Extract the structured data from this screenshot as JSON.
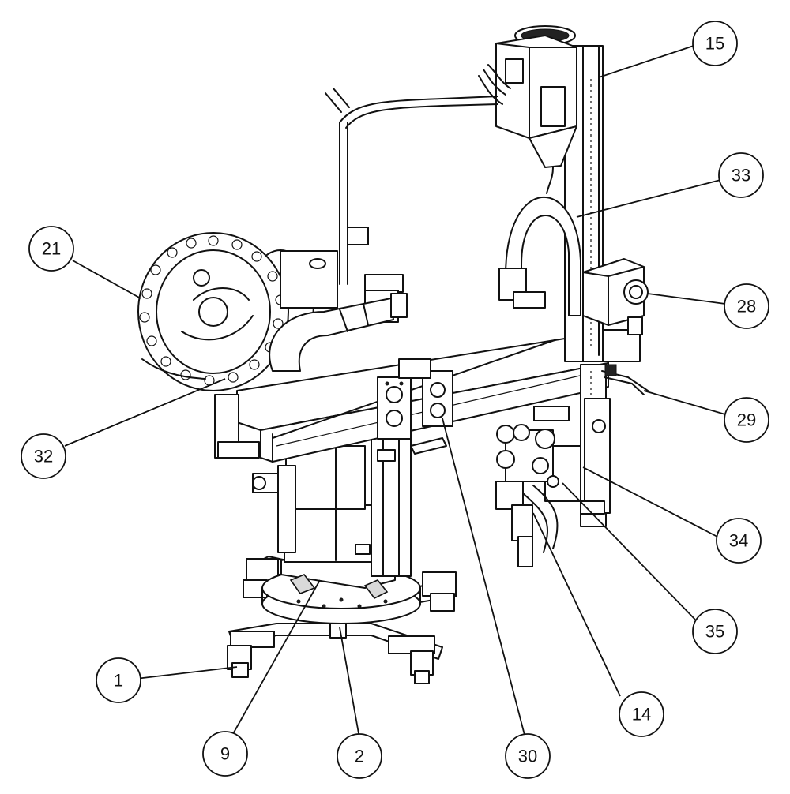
{
  "callouts": [
    {
      "id": "15",
      "label": "15"
    },
    {
      "id": "33",
      "label": "33"
    },
    {
      "id": "21",
      "label": "21"
    },
    {
      "id": "28",
      "label": "28"
    },
    {
      "id": "29",
      "label": "29"
    },
    {
      "id": "32",
      "label": "32"
    },
    {
      "id": "34",
      "label": "34"
    },
    {
      "id": "35",
      "label": "35"
    },
    {
      "id": "1",
      "label": "1"
    },
    {
      "id": "14",
      "label": "14"
    },
    {
      "id": "9",
      "label": "9"
    },
    {
      "id": "2",
      "label": "2"
    },
    {
      "id": "30",
      "label": "30"
    }
  ],
  "colors": {
    "line": "#111111",
    "background": "#ffffff",
    "shade": "#d9d9d9"
  }
}
